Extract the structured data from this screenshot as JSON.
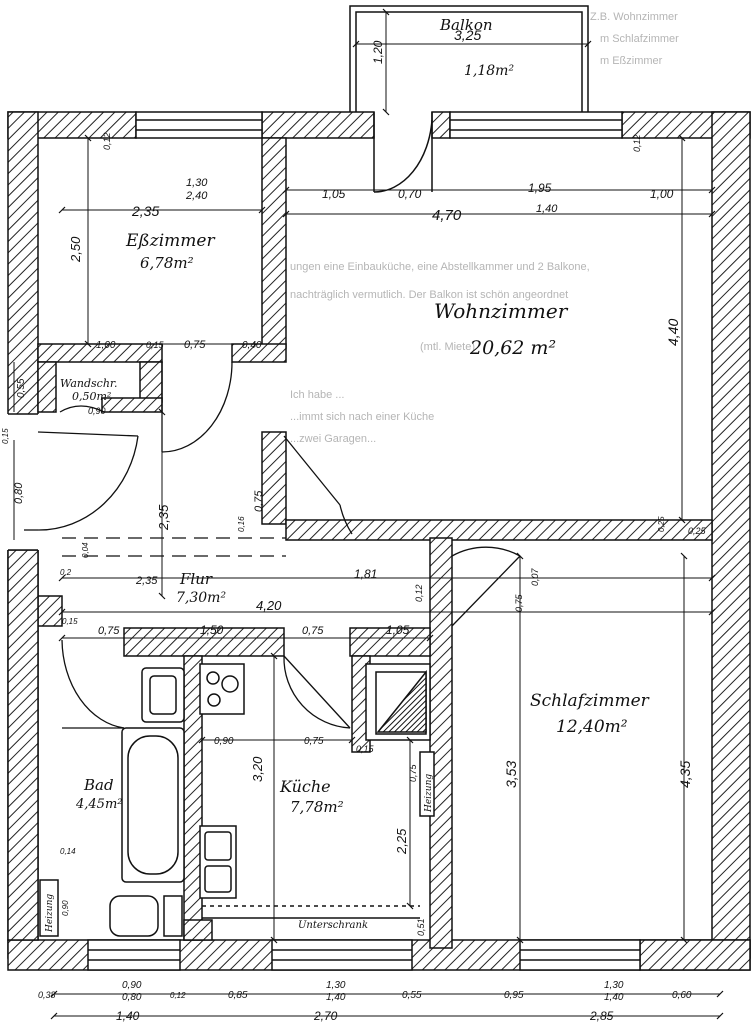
{
  "background_notes": {
    "lines": [
      "Z.B. Wohnzimmer",
      "m Schlafzimmer",
      "m Eßzimmer",
      "ungen eine Einbauküche, eine Abstellkammer und 2 Balkone,",
      "nachträglich vermutlich. Der Balkon ist schön angeordnet",
      "(mtl. Miete)",
      "Ich habe ...",
      "...immt sich nach einer Küche",
      "...zwei Garagen..."
    ]
  },
  "rooms": {
    "balkon": {
      "name": "Balkon",
      "area": "1,18m²"
    },
    "esszimmer": {
      "name": "Eßzimmer",
      "area": "6,78m²"
    },
    "wohnzimmer": {
      "name": "Wohnzimmer",
      "area": "20,62 m²"
    },
    "wandschrank": {
      "name": "Wandschr.",
      "area": "0,50m²"
    },
    "flur": {
      "name": "Flur",
      "area": "7,30m²"
    },
    "schlafzimmer": {
      "name": "Schlafzimmer",
      "area": "12,40m²"
    },
    "kueche": {
      "name": "Küche",
      "area": "7,78m²"
    },
    "bad": {
      "name": "Bad",
      "area": "4,45m²"
    }
  },
  "labels": {
    "heizung_kueche": "Heizung",
    "heizung_bad": "Heizung",
    "unterschrank": "Unterschrank"
  },
  "dimensions": {
    "balkon_width": "3,25",
    "balkon_depth": "1,20",
    "top_left_wall": "0,12",
    "top_right_wall": "0,12",
    "ess_window_top": "1,30",
    "ess_window_bottom": "2,40",
    "ess_width": "2,35",
    "ess_height": "2,50",
    "wohn_seg1": "1,05",
    "wohn_seg2": "0,70",
    "wohn_window_top": "1,95",
    "wohn_window_bottom": "1,40",
    "wohn_seg4": "1,00",
    "wohn_width": "4,70",
    "wohn_height": "4,40",
    "ess_door_1": "1,00",
    "ess_door_2": "0,15",
    "ess_door_3": "0,75",
    "ess_door_4": "0,40",
    "wandschr_height": "0,55",
    "wandschr_width": "0,90",
    "entry_015": "0,15",
    "entry_door": "0,80",
    "flur_height": "2,35",
    "wohn_door": "0,75",
    "wohn_door_side": "0,16",
    "wohn_corner_1": "0,25",
    "wohn_corner_2": "0,25",
    "flur_004": "0,04",
    "flur_02": "0,2",
    "flur_235": "2,35",
    "flur_181": "1,81",
    "flur_012": "0,12",
    "flur_007": "0,07",
    "flur_420": "4,20",
    "flur_015": "0,15",
    "schlaf_door": "0,75",
    "flur_b1": "0,75",
    "flur_b2": "1,50",
    "flur_b3": "0,75",
    "flur_b4": "1,05",
    "kueche_a": "0,90",
    "kueche_b": "0,75",
    "kueche_h": "3,20",
    "kueche_015": "0,15",
    "heiz_075": "0,75",
    "kueche_225": "2,25",
    "kueche_051": "0,51",
    "schlaf_353": "3,53",
    "schlaf_435": "4,35",
    "bad_014": "0,14",
    "bad_090": "0,90",
    "bot_038": "0,38",
    "bot_090a": "0,90",
    "bot_080": "0,80",
    "bot_012": "0,12",
    "bot_085": "0,85",
    "bot_130": "1,30",
    "bot_140a": "1,40",
    "bot_055": "0,55",
    "bot_095": "0,95",
    "bot_130b": "1,30",
    "bot_140b": "1,40",
    "bot_060": "0,60",
    "bot_140": "1,40",
    "bot_270": "2,70",
    "bot_285": "2,85"
  }
}
